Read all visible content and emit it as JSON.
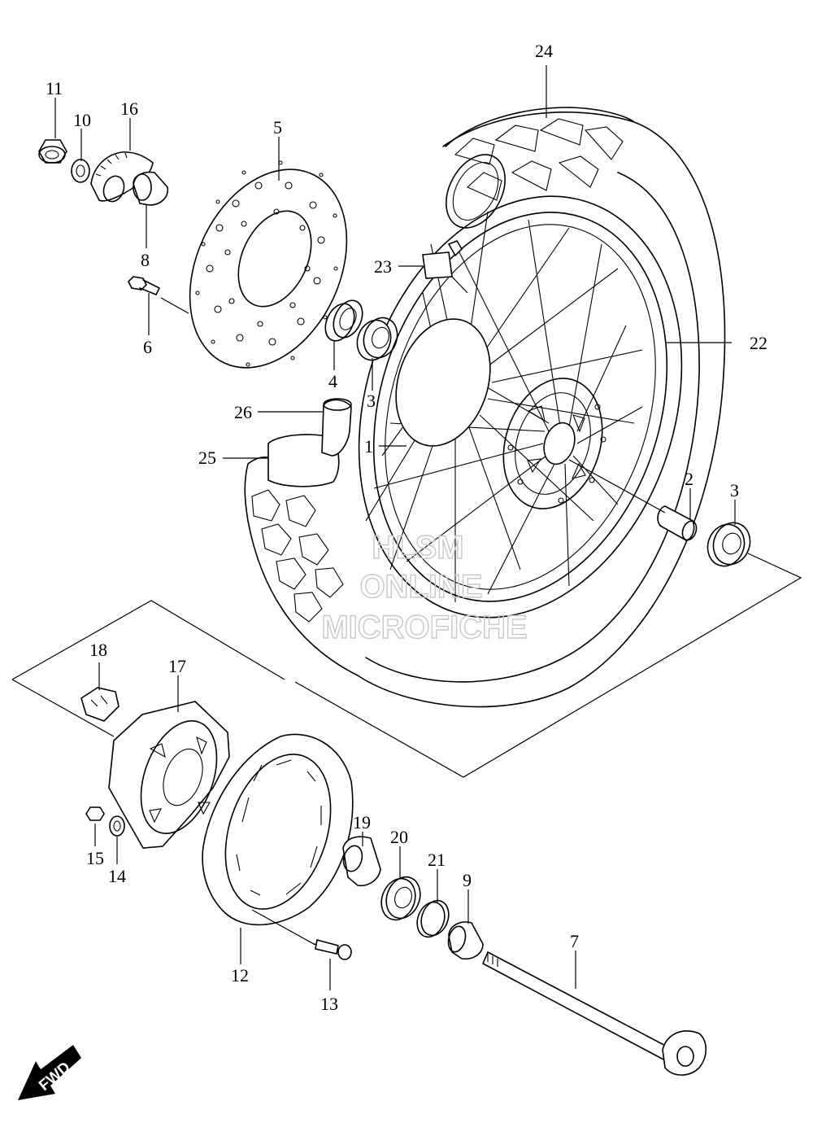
{
  "diagram": {
    "callouts": {
      "p1": "1",
      "p2": "2",
      "p3a": "3",
      "p3b": "3",
      "p4": "4",
      "p5": "5",
      "p6": "6",
      "p7": "7",
      "p8": "8",
      "p9": "9",
      "p10": "10",
      "p11": "11",
      "p12": "12",
      "p13": "13",
      "p14": "14",
      "p15": "15",
      "p16": "16",
      "p17": "17",
      "p18": "18",
      "p19": "19",
      "p20": "20",
      "p21": "21",
      "p22": "22",
      "p23": "23",
      "p24": "24",
      "p25": "25",
      "p26": "26"
    },
    "watermark": {
      "line1": "HLSM",
      "line2": "ONLINE",
      "line3": "MICROFICHE"
    },
    "direction_arrow": {
      "label": "FWD"
    }
  }
}
